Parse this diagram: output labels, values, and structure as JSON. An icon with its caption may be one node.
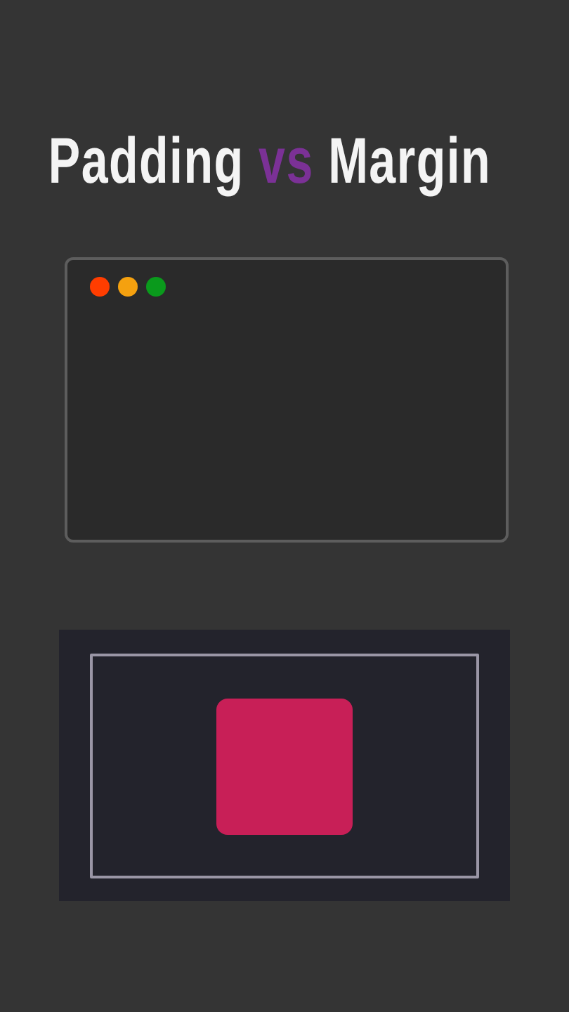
{
  "diagram": {
    "title": "Padding vs Margin",
    "nodes": [
      {
        "text": [],
        "shape": "box"
      },
      {
        "text": [],
        "shape": "box"
      },
      {
        "text": [],
        "shape": "box",
        "in": 1
      },
      {
        "text": [],
        "shape": "box",
        "in": 2
      }
    ]
  }
}
